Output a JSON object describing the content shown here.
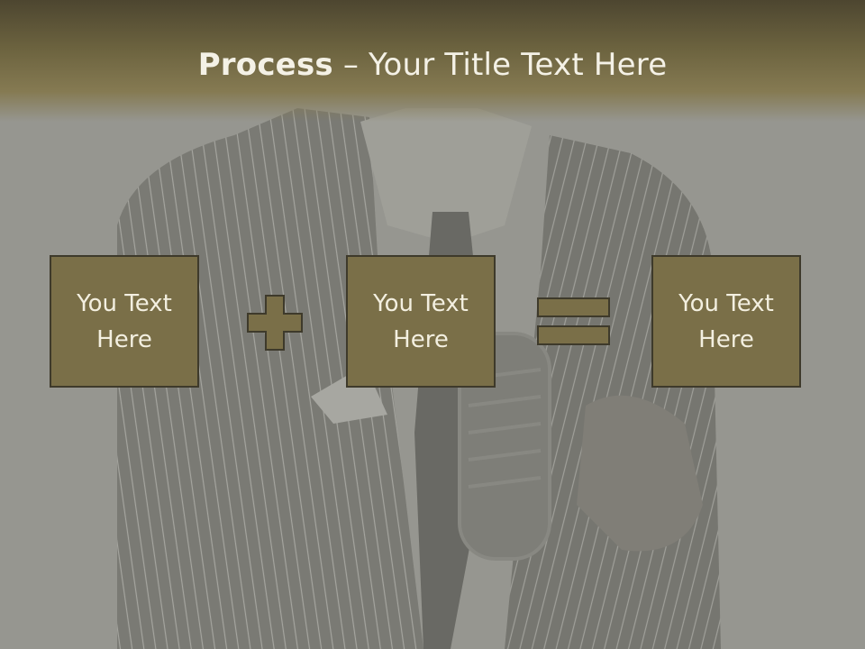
{
  "title": {
    "bold": "Process",
    "rest": " – Your Title Text Here"
  },
  "boxes": [
    {
      "line1": "You Text",
      "line2": "Here"
    },
    {
      "line1": "You Text",
      "line2": "Here"
    },
    {
      "line1": "You Text",
      "line2": "Here"
    }
  ],
  "operators": [
    "plus-icon",
    "equals-icon"
  ],
  "colors": {
    "header": "#6c633f",
    "box_fill": "#7a6f48",
    "box_border": "#3e3a2b",
    "text": "#f3efe0"
  }
}
